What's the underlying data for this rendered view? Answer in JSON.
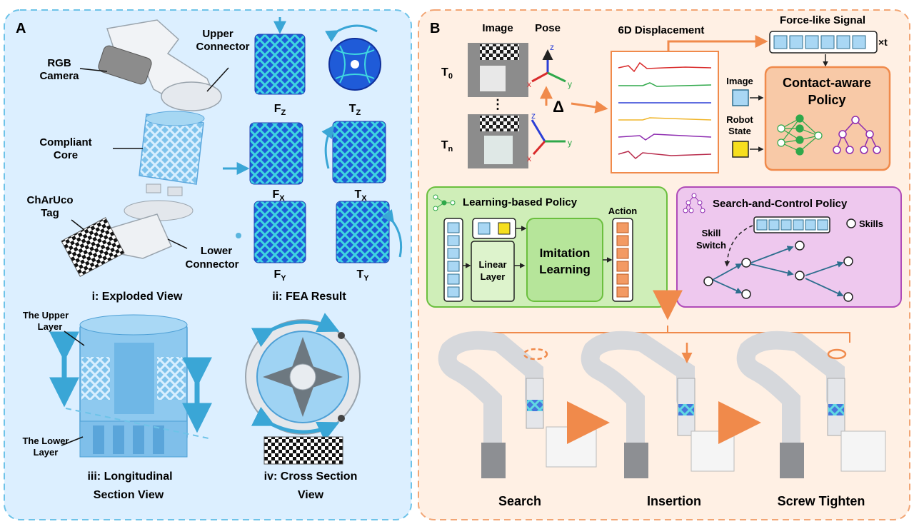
{
  "panel_a": {
    "letter": "A",
    "exploded": {
      "upper_connector": [
        "Upper",
        "Connector"
      ],
      "rgb_camera": [
        "RGB",
        "Camera"
      ],
      "compliant_core": [
        "Compliant",
        "Core"
      ],
      "charuco_tag": [
        "ChArUco",
        "Tag"
      ],
      "lower_connector": [
        "Lower",
        "Connector"
      ],
      "caption": "i: Exploded View"
    },
    "fea": {
      "fz": "F",
      "fz_sub": "Z",
      "tz": "T",
      "tz_sub": "Z",
      "fx": "F",
      "fx_sub": "X",
      "tx": "T",
      "tx_sub": "X",
      "fy": "F",
      "fy_sub": "Y",
      "ty": "T",
      "ty_sub": "Y",
      "caption": "ii: FEA Result"
    },
    "longitudinal": {
      "upper_layer": [
        "The Upper",
        "Layer"
      ],
      "lower_layer": [
        "The Lower",
        "Layer"
      ],
      "caption": [
        "iii: Longitudinal",
        "Section View"
      ]
    },
    "cross": {
      "caption": [
        "iv: Cross Section",
        "View"
      ]
    }
  },
  "panel_b": {
    "letter": "B",
    "image_label": "Image",
    "pose_label": "Pose",
    "t0": "T",
    "t0_sub": "0",
    "tn": "T",
    "tn_sub": "n",
    "dots": "⋮",
    "delta": "Δ",
    "axis_z": "z",
    "axis_x": "x",
    "axis_y": "y",
    "displacement_title": "6D Displacement",
    "force_title": "Force-like Signal",
    "force_times": "×t",
    "image_input": "Image",
    "robot_state": [
      "Robot",
      "State"
    ],
    "policy_title": [
      "Contact-aware",
      "Policy"
    ],
    "learning": {
      "title": "Learning-based Policy",
      "linear": [
        "Linear",
        "Layer"
      ],
      "imitation": [
        "Imitation",
        "Learning"
      ],
      "action": "Action"
    },
    "search_control": {
      "title": "Search-and-Control Policy",
      "skill_switch": [
        "Skill",
        "Switch"
      ],
      "skills": "Skills"
    },
    "stages": [
      "Search",
      "Insertion",
      "Screw Tighten"
    ]
  },
  "colors": {
    "panel_a_bg": "#dcefff",
    "panel_a_border": "#6ec3e8",
    "panel_b_bg": "#fff0e4",
    "panel_b_border": "#f2a574",
    "accent_orange": "#f08a4b",
    "learning_bg": "#cfeeb8",
    "learning_border": "#6bbf3e",
    "search_bg": "#eec8ee",
    "search_border": "#b04bb8"
  }
}
